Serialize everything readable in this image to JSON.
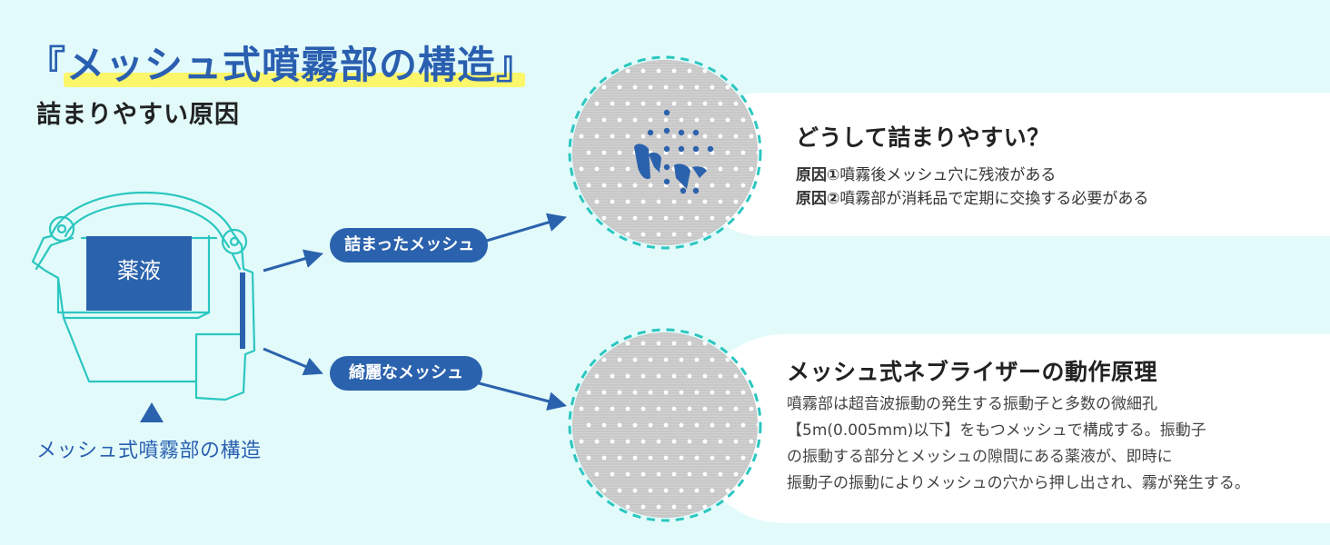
{
  "title": {
    "main": "『メッシュ式噴霧部の構造』",
    "subtitle": "詰まりやすい原因"
  },
  "device": {
    "liquid_label": "薬液",
    "caption": "メッシュ式噴霧部の構造"
  },
  "labels": {
    "clogged_mesh": "詰まったメッシュ",
    "clean_mesh": "綺麗なメッシュ"
  },
  "why_clog": {
    "heading": "どうして詰まりやすい？",
    "reasons": [
      {
        "label": "原因①",
        "text": "噴霧後メッシュ穴に残液がある"
      },
      {
        "label": "原因②",
        "text": "噴霧部が消耗品で定期に交換する必要がある"
      }
    ]
  },
  "principle": {
    "heading": "メッシュ式ネブライザーの動作原理",
    "lines": [
      "噴霧部は超音波振動の発生する振動子と多数の微細孔",
      "【5m(0.005mm)以下】をもつメッシュで構成する。振動子",
      "の振動する部分とメッシュの隙間にある薬液が、即時に",
      "振動子の振動によりメッシュの穴から押し出され、霧が発生する。"
    ]
  },
  "colors": {
    "accent_blue": "#2b62ad",
    "title_blue": "#2a5fb0",
    "teal_outline": "#2cc6c0",
    "highlight_yellow": "#fcf66a",
    "background": "#e2fbfa"
  }
}
